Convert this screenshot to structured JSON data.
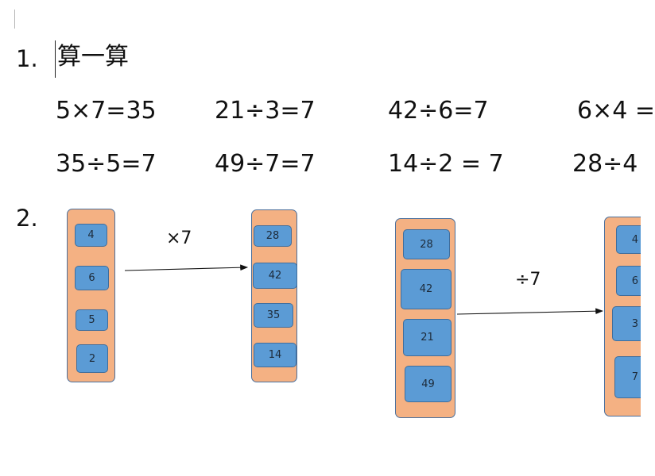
{
  "q1": {
    "number": "1.",
    "title": "算一算",
    "row1": [
      "5×7=35",
      "21÷3=7",
      "42÷6=7",
      "6×4 ="
    ],
    "row2": [
      "35÷5=7",
      "49÷7=7",
      "14÷2 = 7",
      "28÷4"
    ]
  },
  "q2": {
    "number": "2.",
    "group1": {
      "inputs": [
        "4",
        "6",
        "5",
        "2"
      ],
      "operation": "×7",
      "outputs": [
        "28",
        "42",
        "35",
        "14"
      ]
    },
    "group2": {
      "inputs": [
        "28",
        "42",
        "21",
        "49"
      ],
      "operation": "÷7",
      "outputs": [
        "4",
        "6",
        "3",
        "7"
      ]
    }
  },
  "colors": {
    "column_fill": "#f4b183",
    "cell_fill": "#5b9bd5",
    "border": "#4a6f9c"
  }
}
